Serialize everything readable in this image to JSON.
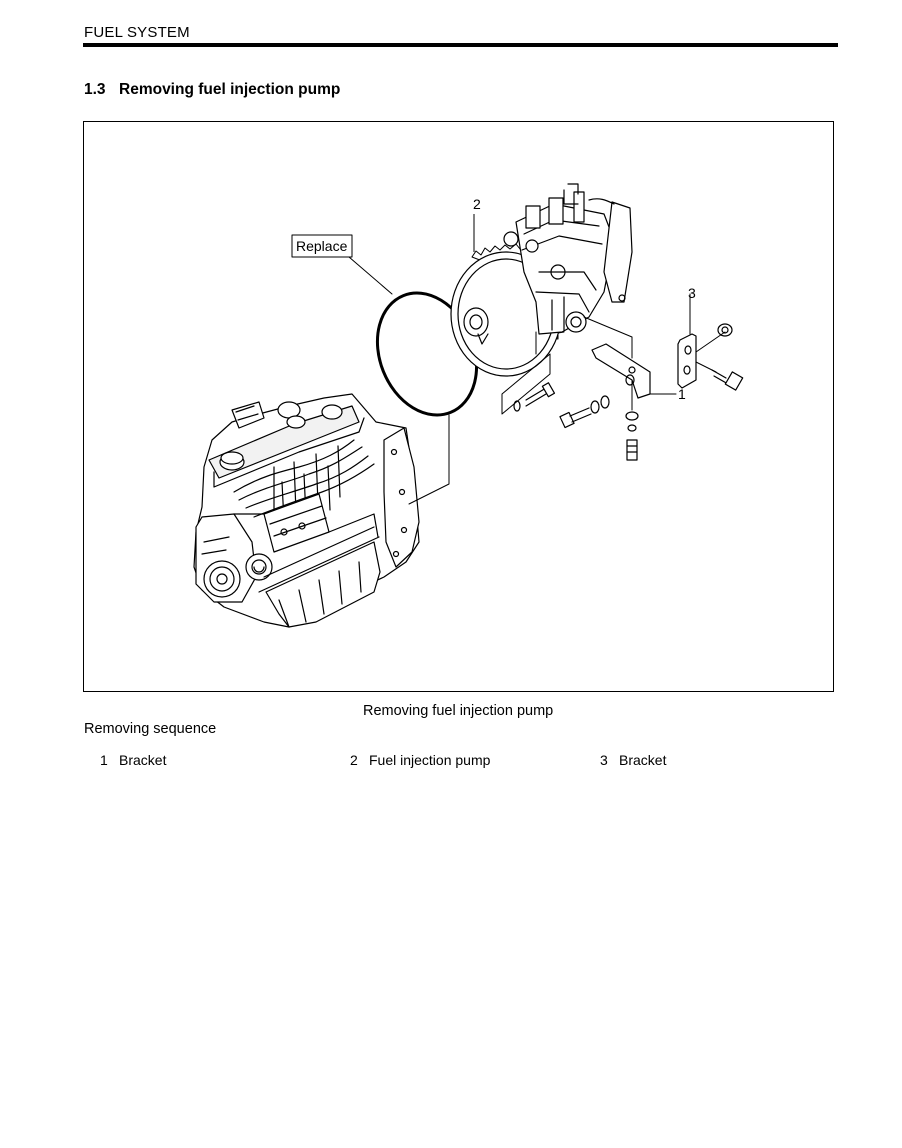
{
  "header": {
    "title": "FUEL SYSTEM"
  },
  "section": {
    "number": "1.3",
    "title": "Removing fuel injection pump"
  },
  "figure": {
    "callouts": {
      "c1": "1",
      "c2": "2",
      "c3": "3",
      "replace": "Replace"
    },
    "caption": "Removing fuel injection pump"
  },
  "sequence": {
    "title": "Removing sequence",
    "items": [
      {
        "num": "1",
        "label": "Bracket"
      },
      {
        "num": "2",
        "label": "Fuel injection pump"
      },
      {
        "num": "3",
        "label": "Bracket"
      }
    ]
  }
}
